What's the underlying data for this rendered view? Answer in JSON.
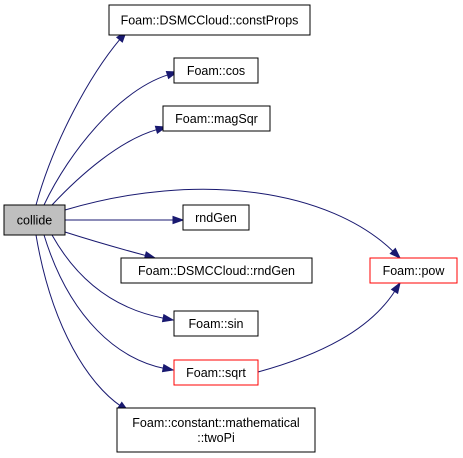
{
  "colors": {
    "edge": "#191970",
    "node_border": "#000000",
    "source_fill": "#bfbfbf",
    "plain_fill": "#ffffff",
    "highlight_border": "#ff0000"
  },
  "nodes": [
    {
      "id": "collide",
      "lines": [
        "collide"
      ],
      "style": "source"
    },
    {
      "id": "constProps",
      "lines": [
        "Foam::DSMCCloud::constProps"
      ],
      "style": "plain"
    },
    {
      "id": "cos",
      "lines": [
        "Foam::cos"
      ],
      "style": "plain"
    },
    {
      "id": "magSqr",
      "lines": [
        "Foam::magSqr"
      ],
      "style": "plain"
    },
    {
      "id": "rndGen",
      "lines": [
        "rndGen"
      ],
      "style": "plain"
    },
    {
      "id": "cloudRndGen",
      "lines": [
        "Foam::DSMCCloud::rndGen"
      ],
      "style": "plain"
    },
    {
      "id": "sin",
      "lines": [
        "Foam::sin"
      ],
      "style": "plain"
    },
    {
      "id": "sqrt",
      "lines": [
        "Foam::sqrt"
      ],
      "style": "highlight"
    },
    {
      "id": "twoPi",
      "lines": [
        "Foam::constant::mathematical",
        "::twoPi"
      ],
      "style": "plain"
    },
    {
      "id": "pow",
      "lines": [
        "Foam::pow"
      ],
      "style": "highlight"
    }
  ],
  "edges": [
    {
      "from": "collide",
      "to": "constProps"
    },
    {
      "from": "collide",
      "to": "cos"
    },
    {
      "from": "collide",
      "to": "magSqr"
    },
    {
      "from": "collide",
      "to": "pow"
    },
    {
      "from": "collide",
      "to": "rndGen"
    },
    {
      "from": "collide",
      "to": "cloudRndGen"
    },
    {
      "from": "collide",
      "to": "sin"
    },
    {
      "from": "collide",
      "to": "sqrt"
    },
    {
      "from": "collide",
      "to": "twoPi"
    },
    {
      "from": "sqrt",
      "to": "pow"
    }
  ]
}
